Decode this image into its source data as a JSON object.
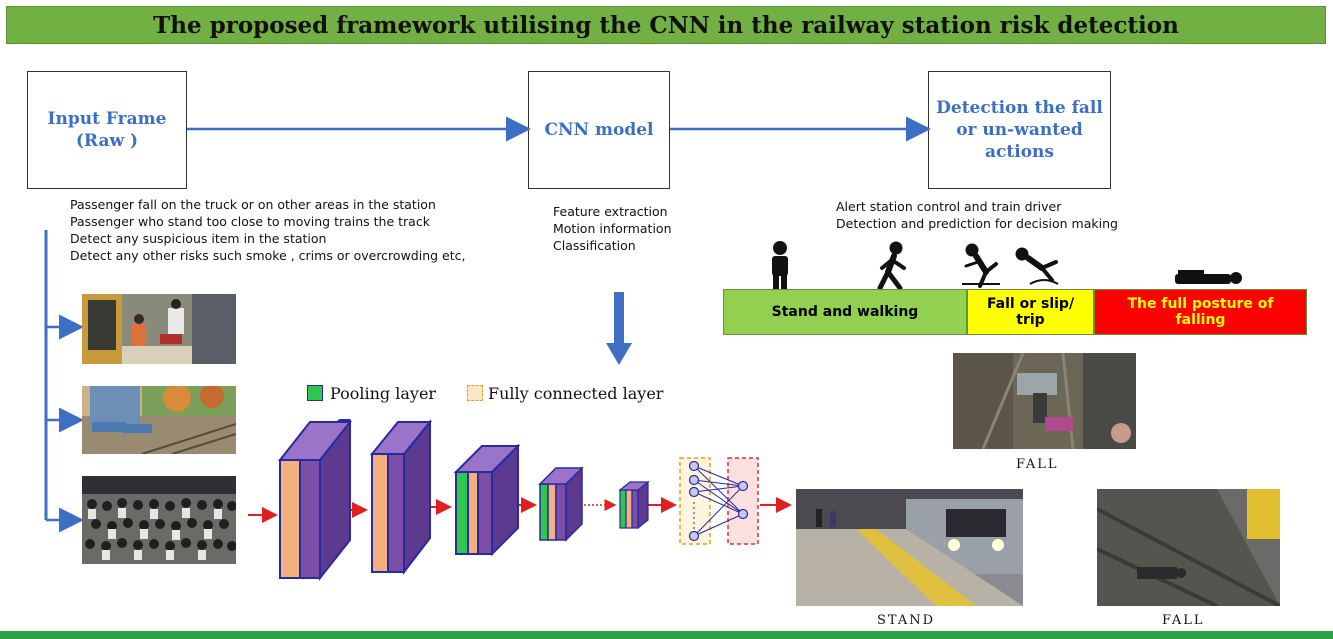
{
  "header": {
    "title": "The proposed framework utilising the CNN in the railway station risk detection"
  },
  "boxes": {
    "input": "Input Frame\n(Raw )",
    "cnn": "CNN model",
    "detection": "Detection the fall\nor un-wanted\nactions"
  },
  "input_notes": [
    "Passenger fall on the truck or on other areas in the station",
    "Passenger who stand too close to  moving trains the track",
    "Detect any suspicious item in the station",
    "Detect any other risks such smoke , crims or overcrowding etc,"
  ],
  "cnn_notes": [
    "Feature extraction",
    "Motion information",
    "Classification"
  ],
  "detection_notes": [
    "Alert station control and train driver",
    "Detection and prediction for decision making"
  ],
  "legend": {
    "pooling": "Pooling layer",
    "fully_connected": "Fully connected layer"
  },
  "posture_scale": [
    {
      "label": "Stand and walking",
      "color": "#92d050"
    },
    {
      "label": "Fall or slip/\ntrip",
      "color": "#ffff00"
    },
    {
      "label": "The full posture of\nfalling",
      "color": "#ff0000"
    }
  ],
  "captions": {
    "fall_top": "FALL",
    "stand": "STAND",
    "fall_bottom": "FALL"
  },
  "colors": {
    "title_bar": "#72b043",
    "arrow_blue": "#3d6fc4",
    "arrow_red": "#e02020",
    "layer_purple": "#7b4fa8",
    "layer_peach": "#f2b07e",
    "layer_green": "#2fc84f"
  }
}
